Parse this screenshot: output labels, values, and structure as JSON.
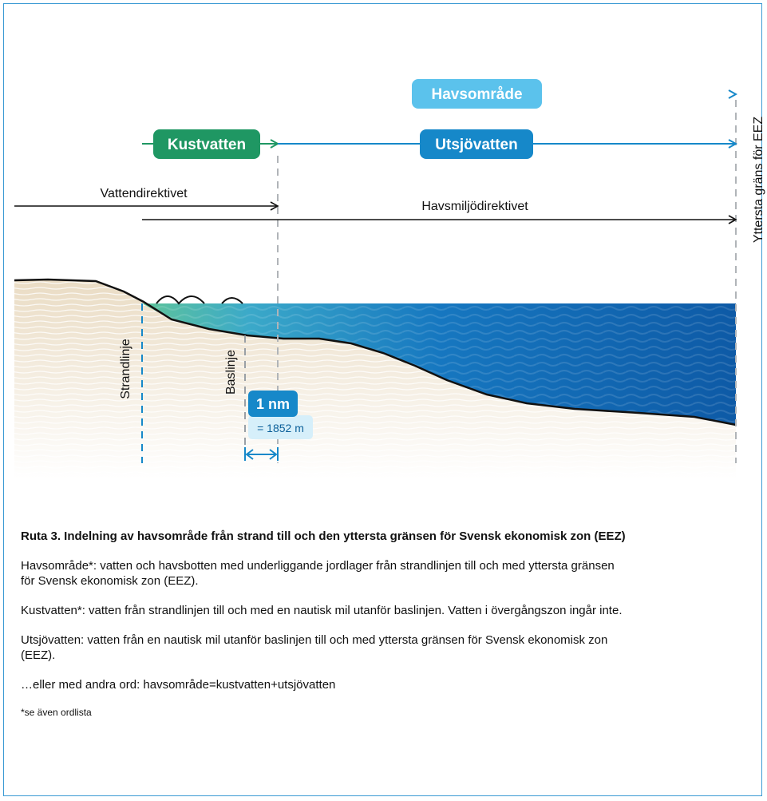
{
  "diagram": {
    "labels": {
      "havsomrade": "Havsområde",
      "kustvatten": "Kustvatten",
      "utsjovatten": "Utsjövatten",
      "vattendirektivet": "Vattendirektivet",
      "havsmiljodirektivet": "Havsmiljödirektivet",
      "eez_boundary": "Yttersta gräns för EEZ",
      "strandlinje": "Strandlinje",
      "baslinje": "Baslinje",
      "nm_value": "1 nm",
      "nm_meters": "= 1852 m"
    },
    "colors": {
      "havsomrade": "#5bc2ec",
      "kustvatten": "#1f9763",
      "utsjovatten": "#1688c9",
      "sea_deep": "#0d5fa8",
      "sand": "#f0e6d6",
      "seabed_line": "#111111"
    }
  },
  "caption": {
    "title": "Ruta 3. Indelning av havsområde från strand till och den yttersta gränsen för Svensk ekonomisk zon (EEZ)",
    "paragraphs": [
      "Havsområde*: vatten och havsbotten med underliggande jordlager från strandlinjen till och med yttersta gränsen för Svensk ekonomisk zon (EEZ).",
      "Kustvatten*: vatten från strandlinjen till och med en nautisk mil utanför baslinjen. Vatten i övergångszon ingår inte.",
      "Utsjövatten: vatten från en nautisk mil utanför baslinjen till och med yttersta gränsen för Svensk ekonomisk zon (EEZ).",
      "…eller med andra ord: havsområde=kustvatten+utsjövatten"
    ],
    "footnote": "*se även ordlista"
  }
}
